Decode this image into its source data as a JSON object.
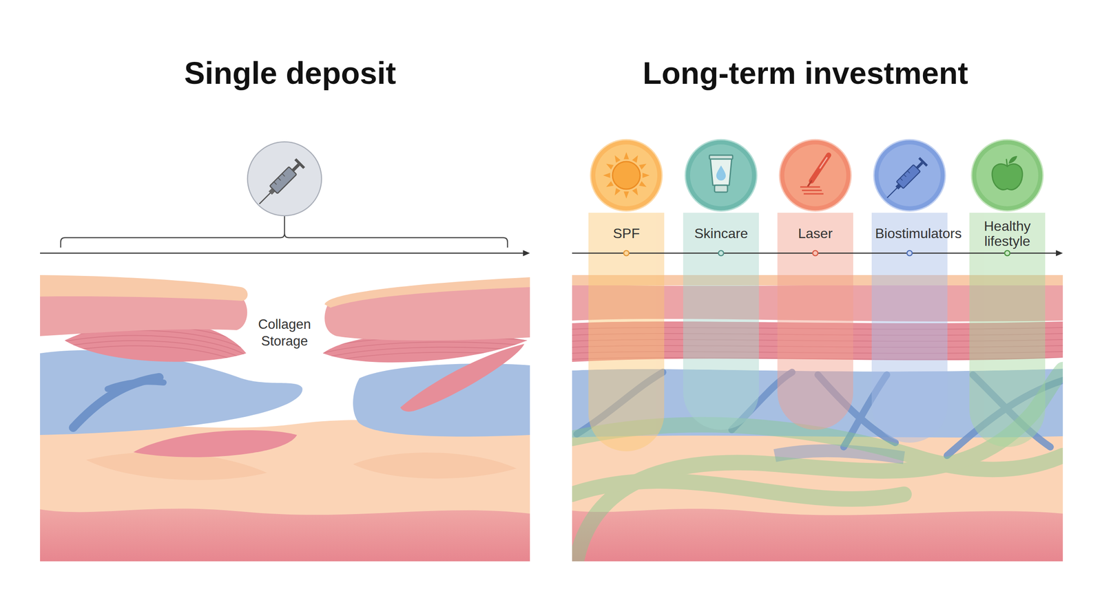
{
  "diagram": {
    "nodes": [
      {
        "text": [
          "SPF"
        ]
      },
      {
        "text": [
          "Skincare"
        ]
      },
      {
        "text": [
          "Laser"
        ]
      },
      {
        "text": [
          "Biostimulators"
        ]
      },
      {
        "text": [
          "Healthy lifestyle"
        ]
      }
    ],
    "labels": [
      "Single deposit",
      "Collagen Storage",
      "Long-term investment"
    ]
  }
}
